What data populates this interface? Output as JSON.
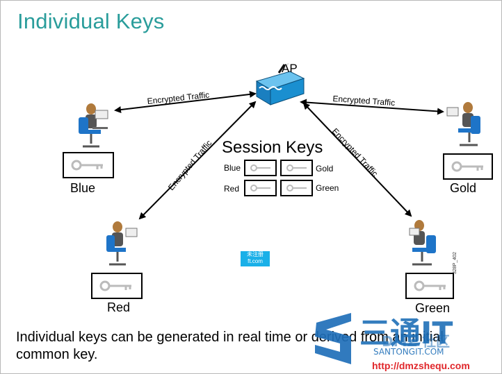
{
  "title": "Individual Keys",
  "ap_label": "AP",
  "session_keys": {
    "title": "Session Keys",
    "left_labels": [
      "Blue",
      "Red"
    ],
    "right_labels": [
      "Gold",
      "Green"
    ]
  },
  "users": [
    {
      "name": "Blue"
    },
    {
      "name": "Red"
    },
    {
      "name": "Gold"
    },
    {
      "name": "Green"
    }
  ],
  "link_label": "Encrypted Traffic",
  "figure_code": "328P_402",
  "footer": {
    "line1": "Individual keys can be generated in real time or derived from an initial",
    "line2": "common key."
  },
  "badge_text": "未注册 ft.com",
  "watermark": {
    "brand": "三通IT",
    "sub": "SANTONGIT.COM",
    "cn": "DMZ 社区",
    "url": "http://dmzshequ.com"
  },
  "colors": {
    "title": "#2a9d9b",
    "ap_box": "#1a8fd0",
    "person_chair": "#1e74c8",
    "key": "#cfcfcf",
    "watermark_red": "#e0262a",
    "watermark_blue": "#1f6fb8"
  }
}
